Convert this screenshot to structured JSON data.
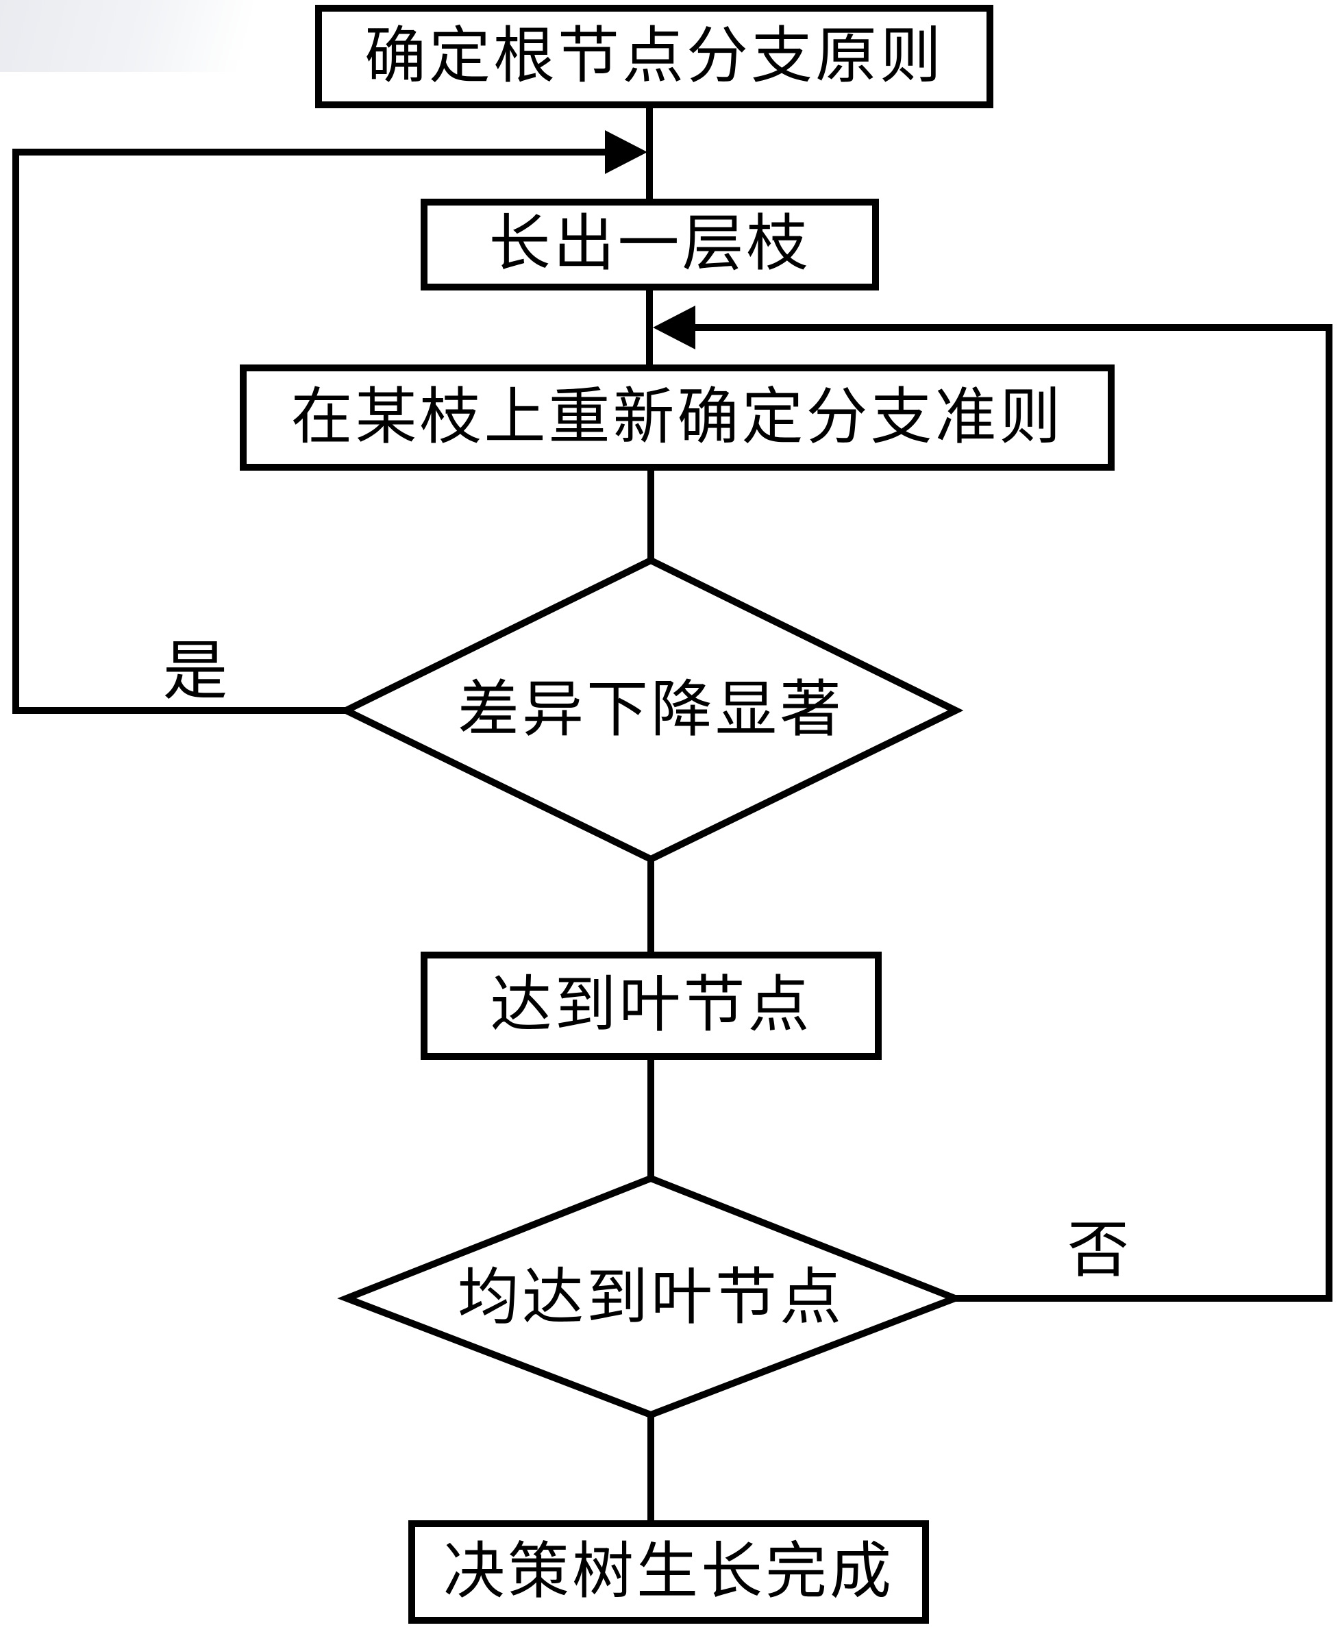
{
  "nodes": {
    "root": {
      "label": "确定根节点分支原则"
    },
    "grow": {
      "label": "长出一层枝"
    },
    "rebranch": {
      "label": "在某枝上重新确定分支准则"
    },
    "diff": {
      "label": "差异下降显著"
    },
    "leaf": {
      "label": "达到叶节点"
    },
    "allleaf": {
      "label": "均达到叶节点"
    },
    "done": {
      "label": "决策树生长完成"
    }
  },
  "edges": {
    "yes_label": "是",
    "no_label": "否"
  },
  "colors": {
    "line": "#000000",
    "background": "#ffffff",
    "artifact": "#e9ebf0"
  }
}
